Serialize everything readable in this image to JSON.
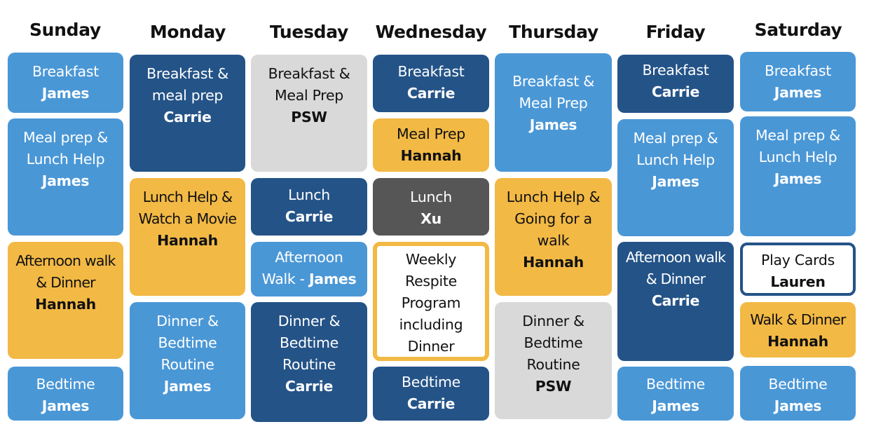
{
  "days": [
    "Sunday",
    "Monday",
    "Tuesday",
    "Wednesday",
    "Thursday",
    "Friday",
    "Saturday"
  ],
  "colors": {
    "light_blue": "#4a97d6",
    "dark_blue": "#245387",
    "yellow": "#f2b945",
    "light_gray": "#d9d9d9",
    "dark_gray": "#565656"
  },
  "schedule": {
    "sunday": [
      {
        "activity": "Breakfast",
        "person": "James"
      },
      {
        "activity": "Meal prep &\nLunch Help",
        "person": "James"
      },
      {
        "activity": "Afternoon walk\n& Dinner",
        "person": "Hannah"
      },
      {
        "activity": "Bedtime",
        "person": "James"
      }
    ],
    "monday": [
      {
        "activity": "Breakfast &\nmeal prep",
        "person": "Carrie"
      },
      {
        "activity": "Lunch Help &\nWatch a Movie",
        "person": "Hannah"
      },
      {
        "activity": "Dinner &\nBedtime\nRoutine",
        "person": "James"
      }
    ],
    "tuesday": [
      {
        "activity": "Breakfast &\nMeal Prep",
        "person": "PSW"
      },
      {
        "activity": "Lunch",
        "person": "Carrie"
      },
      {
        "activity": "Afternoon\nWalk - ",
        "person": "James"
      },
      {
        "activity": "Dinner &\nBedtime\nRoutine",
        "person": "Carrie"
      }
    ],
    "wednesday": [
      {
        "activity": "Breakfast",
        "person": "Carrie"
      },
      {
        "activity": "Meal Prep",
        "person": "Hannah"
      },
      {
        "activity": "Lunch",
        "person": "Xu"
      },
      {
        "activity": "Weekly\nRespite\nProgram\nincluding\nDinner",
        "person": ""
      },
      {
        "activity": "Bedtime",
        "person": "Carrie"
      }
    ],
    "thursday": [
      {
        "activity": "Breakfast &\nMeal Prep",
        "person": "James"
      },
      {
        "activity": "Lunch Help &\nGoing for a\nwalk",
        "person": "Hannah"
      },
      {
        "activity": "Dinner &\nBedtime\nRoutine",
        "person": "PSW"
      }
    ],
    "friday": [
      {
        "activity": "Breakfast",
        "person": "Carrie"
      },
      {
        "activity": "Meal prep &\nLunch Help",
        "person": "James"
      },
      {
        "activity": "Afternoon walk\n& Dinner",
        "person": "Carrie"
      },
      {
        "activity": "Bedtime",
        "person": "James"
      }
    ],
    "saturday": [
      {
        "activity": "Breakfast",
        "person": "James"
      },
      {
        "activity": "Meal prep &\nLunch Help",
        "person": "James"
      },
      {
        "activity": "Play Cards",
        "person": "Lauren"
      },
      {
        "activity": "Walk & Dinner",
        "person": "Hannah"
      },
      {
        "activity": "Bedtime",
        "person": "James"
      }
    ]
  }
}
